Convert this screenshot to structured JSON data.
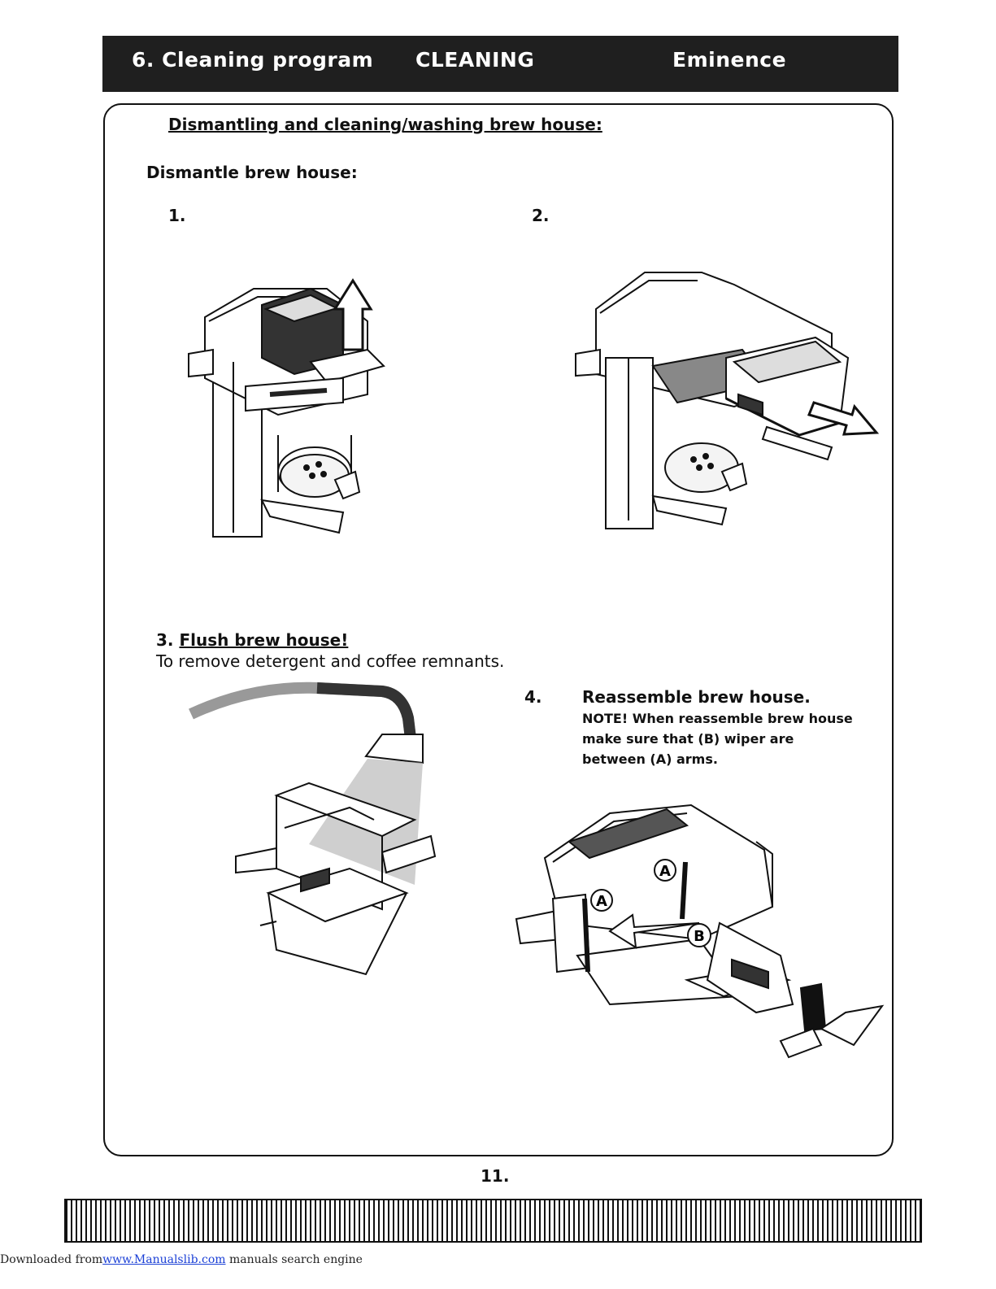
{
  "header": {
    "section": "6. Cleaning program",
    "category": "CLEANING",
    "model": "Eminence"
  },
  "content": {
    "title": "Dismantling and cleaning/washing brew house:",
    "subtitle": "Dismantle brew house:",
    "step1": {
      "number": "1."
    },
    "step2": {
      "number": "2."
    },
    "step3": {
      "number": "3.",
      "title": "Flush brew house!",
      "text": "To remove detergent and coffee remnants."
    },
    "step4": {
      "number": "4.",
      "title": "Reassemble brew house.",
      "note_line1": "NOTE! When reassemble brew house",
      "note_line2": "make sure that (B) wiper are",
      "note_line3": "between (A) arms.",
      "label_a": "A",
      "label_b": "B"
    }
  },
  "page_number": "11.",
  "footer": {
    "prefix": "Downloaded from",
    "link": "www.Manualslib.com",
    "suffix": "manuals search engine"
  }
}
